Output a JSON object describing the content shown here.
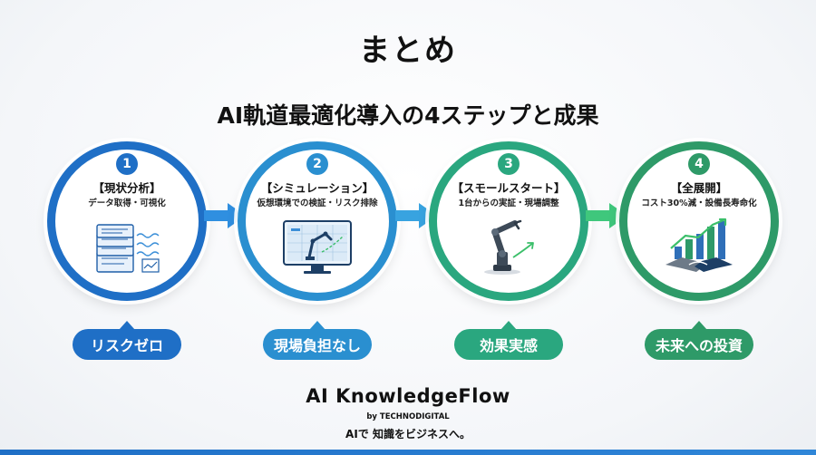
{
  "title": "まとめ",
  "subtitle": "AI軌道最適化導入の4ステップと成果",
  "colors": {
    "step1": "#1f6fc6",
    "step2": "#2a8fd0",
    "step3": "#2aa77f",
    "step4": "#2e9a68",
    "arrow1": "#2f8fe0",
    "arrow2": "#38a3e0",
    "arrow3": "#3fc77c"
  },
  "steps": [
    {
      "number": "1",
      "title": "【現状分析】",
      "description": "データ取得・可視化",
      "icon": "data-documents-icon",
      "result": "リスクゼロ"
    },
    {
      "number": "2",
      "title": "【シミュレーション】",
      "description": "仮想環境での検証・リスク排除",
      "icon": "monitor-robot-arm-icon",
      "result": "現場負担なし"
    },
    {
      "number": "3",
      "title": "【スモールスタート】",
      "description": "1台からの実証・現場調整",
      "icon": "robot-arm-icon",
      "result": "効果実感"
    },
    {
      "number": "4",
      "title": "【全展開】",
      "description": "コスト30%減・設備長寿命化",
      "icon": "handshake-growth-chart-icon",
      "result": "未来への投資"
    }
  ],
  "footer": {
    "brand": "AI KnowledgeFlow",
    "by": "by TECHNODIGITAL",
    "tagline": "AIで 知識をビジネスへ。"
  }
}
